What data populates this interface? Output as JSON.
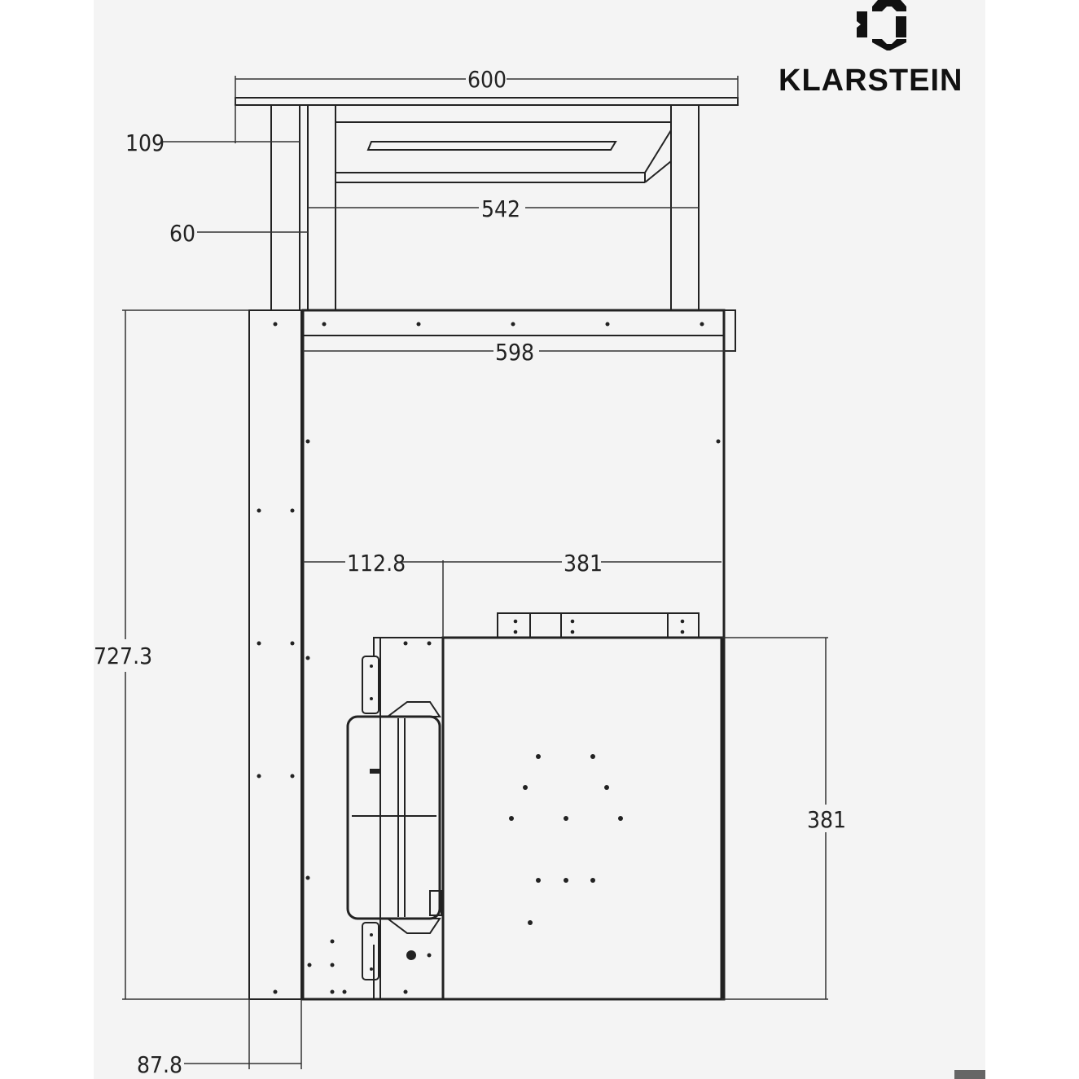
{
  "brand": {
    "name": "KLARSTEIN",
    "logo_icon": "klarstein-diamond-icon"
  },
  "dimensions": {
    "top_width": "600",
    "top_offset": "109",
    "frame_offset": "60",
    "inner_width": "542",
    "body_width": "598",
    "total_height": "727.3",
    "motor_offset": "112.8",
    "plate_width": "381",
    "plate_height": "381",
    "side_depth": "87.8"
  },
  "colors": {
    "background": "#f4f4f4",
    "line": "#222222"
  }
}
